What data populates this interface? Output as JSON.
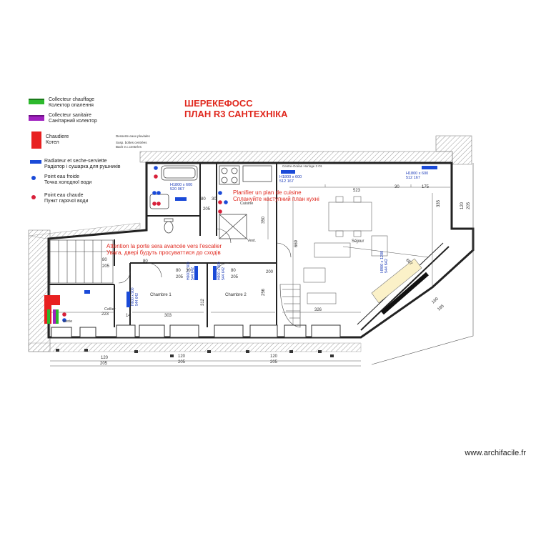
{
  "title": {
    "line1": "ШЕРЕКЕФОСС",
    "line2": "ПЛАН R3 САНТЕХНІКА"
  },
  "legend": [
    {
      "fr": "Collecteur chauffage",
      "ua": "Колектор опалення",
      "color": "#2db92d",
      "icon": "heating-collector-icon"
    },
    {
      "fr": "Collecteur sanitaire",
      "ua": "Санітарний колектор",
      "color": "#a020c0",
      "icon": "sanitary-collector-icon"
    },
    {
      "fr": "Chaudiere",
      "ua": "Котел",
      "color": "#e82020",
      "icon": "boiler-icon"
    },
    {
      "fr": "Radiateur et seche-serviette",
      "ua": "Радіатор і сушарка для рушників",
      "color": "#1a4ad8",
      "icon": "radiator-icon"
    },
    {
      "fr": "Point eau froide",
      "ua": "Точка холодної води",
      "color": "#1a4ad8",
      "icon": "cold-water-icon"
    },
    {
      "fr": "Point eau chaude",
      "ua": "Пункт гарячої води",
      "color": "#d8203a",
      "icon": "hot-water-icon"
    }
  ],
  "notes": {
    "kitchen_fr": "Planifier un plan de cuisine",
    "kitchen_ua": "Сплануйте наступний план кухні",
    "door_fr": "Attention la porte sera avancée vers l'escalier",
    "door_ua": "Увага, двері будуть просуваттися до сходів"
  },
  "rooms": {
    "sejour": "Séjour",
    "cuisine": "Cuisine",
    "vest": "Vest.",
    "chambre1": "Chambre 1",
    "chambre2": "Chambre 2",
    "cellier": "Cellier",
    "buanderie": "iserie"
  },
  "radiators": {
    "bath": {
      "size": "H1800 x 600",
      "ref": "520 067"
    },
    "kitchen": {
      "size": "H1800 x 600",
      "ref": "512 167"
    },
    "living": {
      "size": "H1800 x 600",
      "ref": "512 167"
    },
    "bay": {
      "size": "H900 x 1200",
      "ref": "544 642"
    },
    "ch1": {
      "size": "H600 x 900",
      "ref": "544 642"
    },
    "ch2": {
      "size": "H600 x 900",
      "ref": "544 642"
    },
    "cellier": {
      "size": "H600 x 400",
      "ref": "544 642"
    }
  },
  "dimensions": {
    "d523": "523",
    "d30a": "30",
    "d175": "175",
    "d335": "335",
    "d120a": "120",
    "d205a": "205",
    "d669": "669",
    "d350": "350",
    "d80a": "80",
    "d30b": "30",
    "d205b": "205",
    "d80b": "80",
    "d80c": "80",
    "d30c": "30",
    "d80d": "80",
    "d256": "256",
    "d200": "200",
    "d303": "303",
    "d312": "312",
    "d326": "326",
    "d223": "223",
    "d14": "14",
    "d120b": "120",
    "d205c": "205",
    "d120c": "120",
    "d205d": "205",
    "d120e": "120",
    "d205e": "205",
    "d667": "667",
    "d160": "160",
    "d185": "185",
    "d80e": "80",
    "d205f": "205"
  },
  "footer": "www.archifacile.fr"
}
